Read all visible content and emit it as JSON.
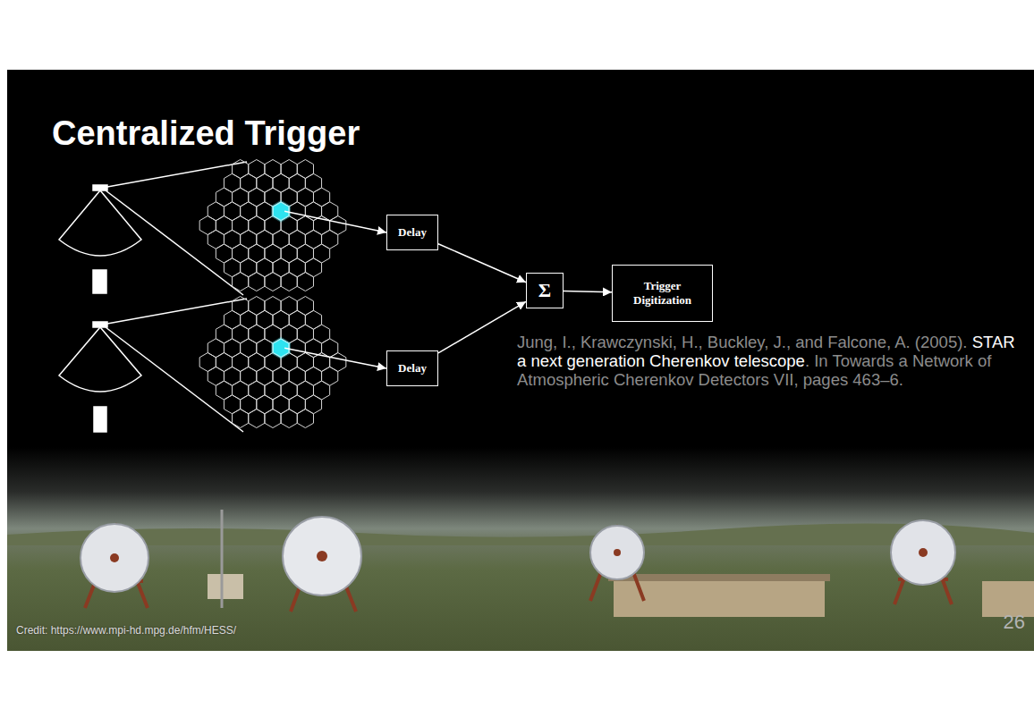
{
  "diagram": {
    "title": "Centralized Trigger",
    "nodes": [
      {
        "text": [
          "Delay"
        ]
      },
      {
        "text": [
          "Delay"
        ]
      },
      {
        "text": [
          "Σ"
        ]
      },
      {
        "text": [
          "Trigger Digitization"
        ]
      }
    ],
    "edges": [
      {
        "from": 0,
        "to": 2,
        "arrow": "to"
      },
      {
        "from": 1,
        "to": 2,
        "arrow": "to"
      },
      {
        "from": 2,
        "to": 3,
        "arrow": "to"
      }
    ],
    "labels": [
      "Jung, I., Krawczynski, H., Buckley, J., and Falcone, A. (2005).",
      "STAR a next generation Cherenkov telescope",
      ". In Towards a Network of Atmospheric Cherenkov Detectors VII, pages 463–6.",
      "Credit: https://www.mpi-hd.mpg.de/hfm/HESS/",
      "26"
    ]
  }
}
